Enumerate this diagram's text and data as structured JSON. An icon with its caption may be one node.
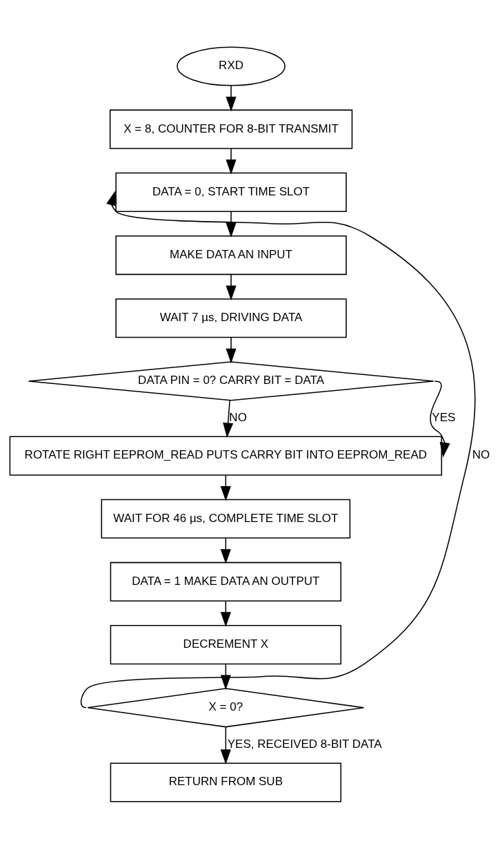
{
  "diagram": {
    "nodes": [
      {
        "text": [
          "RXD"
        ]
      },
      {
        "text": [
          "X = 8, COUNTER FOR 8-BIT TRANSMIT"
        ]
      },
      {
        "text": [
          "DATA = 0, START TIME SLOT"
        ]
      },
      {
        "text": [
          "MAKE DATA AN INPUT"
        ]
      },
      {
        "text": [
          "WAIT 7 µs, DRIVING DATA"
        ]
      },
      {
        "text": [
          "DATA PIN = 0? CARRY BIT = DATA"
        ]
      },
      {
        "text": [
          "ROTATE RIGHT EEPROM_READ PUTS CARRY BIT INTO EEPROM_READ"
        ]
      },
      {
        "text": [
          "WAIT FOR 46 µs, COMPLETE TIME SLOT"
        ]
      },
      {
        "text": [
          "DATA = 1 MAKE DATA AN OUTPUT"
        ]
      },
      {
        "text": [
          "DECREMENT X"
        ]
      },
      {
        "text": [
          "X = 0?"
        ]
      },
      {
        "text": [
          "RETURN FROM SUB"
        ]
      }
    ],
    "edges": [
      {
        "from": 0,
        "to": 1,
        "arrow": "to"
      },
      {
        "from": 1,
        "to": 2,
        "arrow": "to"
      },
      {
        "from": 2,
        "to": 3,
        "arrow": "to"
      },
      {
        "from": 3,
        "to": 4,
        "arrow": "to"
      },
      {
        "from": 4,
        "to": 5,
        "arrow": "to"
      },
      {
        "from": 5,
        "to": 6,
        "arrow": "to",
        "label": "NO"
      },
      {
        "from": 5,
        "to": 6,
        "arrow": "to",
        "label": "YES"
      },
      {
        "from": 6,
        "to": 7,
        "arrow": "to"
      },
      {
        "from": 7,
        "to": 8,
        "arrow": "to"
      },
      {
        "from": 8,
        "to": 9,
        "arrow": "to"
      },
      {
        "from": 9,
        "to": 10,
        "arrow": "to"
      },
      {
        "from": 10,
        "to": 2,
        "arrow": "to",
        "label": "NO"
      },
      {
        "from": 10,
        "to": 11,
        "arrow": "to",
        "label": "YES, RECEIVED 8-BIT DATA"
      }
    ]
  }
}
